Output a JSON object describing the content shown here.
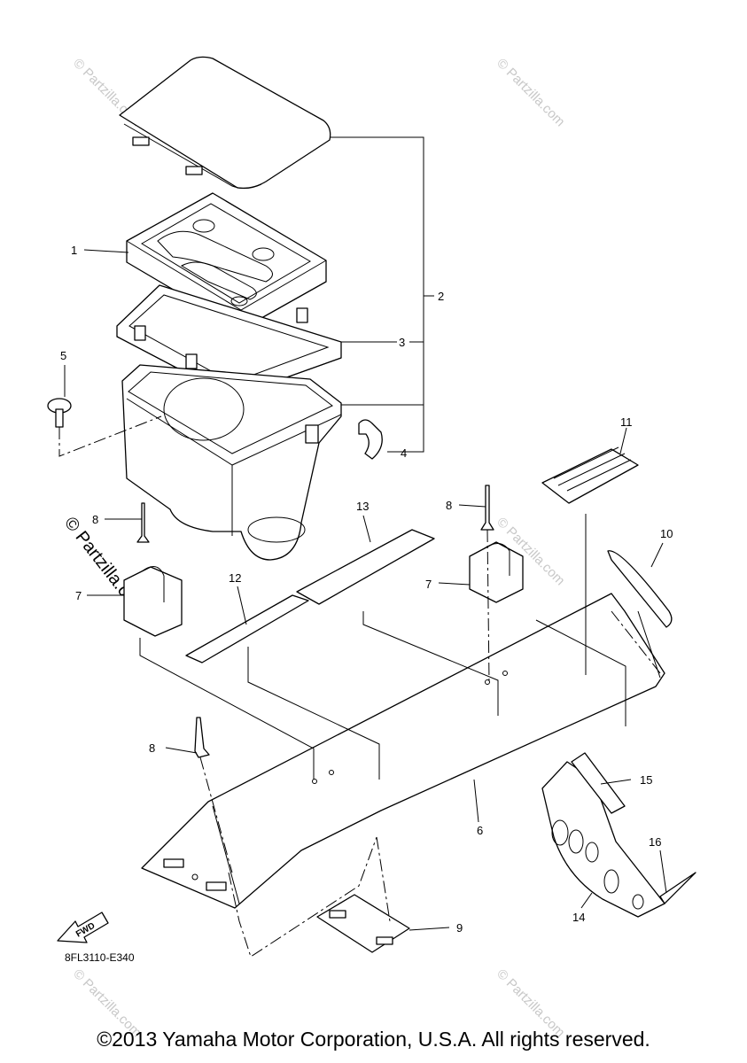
{
  "callouts": {
    "c1": "1",
    "c2": "2",
    "c3": "3",
    "c4": "4",
    "c5": "5",
    "c6": "6",
    "c7a": "7",
    "c7b": "7",
    "c8a": "8",
    "c8b": "8",
    "c8c": "8",
    "c9": "9",
    "c10": "10",
    "c11": "11",
    "c12": "12",
    "c13": "13",
    "c14": "14",
    "c15": "15",
    "c16": "16"
  },
  "fwd_label": "FWD",
  "diagram_code": "8FL3110-E340",
  "watermark": "© Partzilla.com",
  "copyright": "©2013 Yamaha Motor Corporation, U.S.A. All rights reserved."
}
